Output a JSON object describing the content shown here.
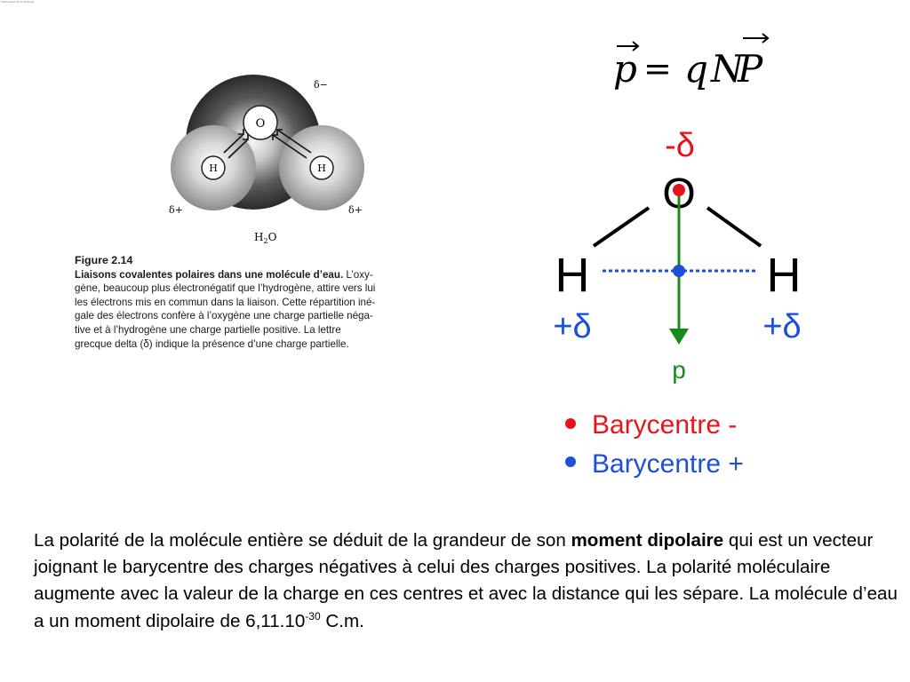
{
  "corner_label": "Présentation de la molécule d'eau",
  "figure": {
    "atom_oxygen": "O",
    "atom_h_left": "H",
    "atom_h_right": "H",
    "delta_minus": "δ−",
    "delta_plus_left": "δ+",
    "delta_plus_right": "δ+",
    "formula_h": "H",
    "formula_sub": "2",
    "formula_o": "O",
    "caption_title": "Figure 2.14",
    "caption_heading": "Liaisons covalentes polaires dans une molécule d’eau.",
    "caption_lines": [
      " L’oxy-",
      "gène, beaucoup plus électronégatif que l’hydrogène, attire vers lui",
      "les électrons mis en commun dans la liaison. Cette répartition iné-",
      "gale des électrons confère à l’oxygène une charge partielle néga-",
      "tive et à l’hydrogène une charge partielle positive. La lettre",
      "grecque delta (δ) indique la présence d’une charge partielle."
    ]
  },
  "formula": {
    "p": "p",
    "eq": "=",
    "q": "q",
    "N": "N",
    "P": "P"
  },
  "dipole": {
    "minus_delta": "-δ",
    "oxygen": "O",
    "h_left": "H",
    "h_right": "H",
    "plus_delta_left": "+δ",
    "plus_delta_right": "+δ",
    "p_label": "p",
    "legend_neg": "Barycentre -",
    "legend_pos": "Barycentre +",
    "colors": {
      "red": "#e8141c",
      "blue": "#1d4fd8",
      "green": "#168a1a",
      "black": "#000000"
    }
  },
  "paragraph": {
    "part1": "La polarité de la molécule entière se déduit de la grandeur de son ",
    "bold": "moment dipolaire",
    "part2": " qui est un vecteur joignant le barycentre des charges négatives à celui des charges positives. La polarité moléculaire augmente avec la valeur de la charge en ces centres et avec la distance qui les sépare. La molécule d’eau a un moment dipolaire de 6,11.10",
    "exponent": "-30",
    "part3": " C.m."
  }
}
